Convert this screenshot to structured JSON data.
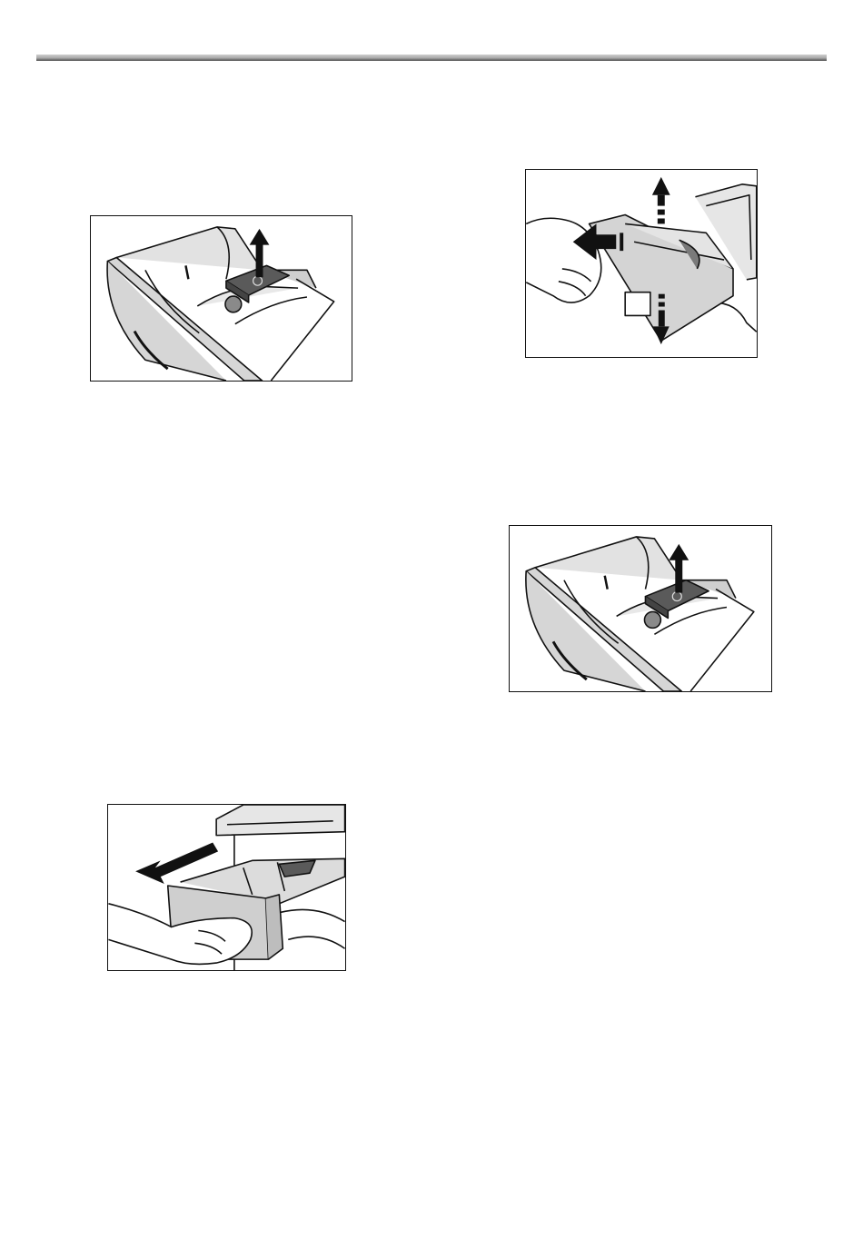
{
  "colors": {
    "rule_light": "#d0d0d0",
    "rule_dark": "#4a4a4a",
    "line": "#111111",
    "body_grey": "#d9d9d9",
    "dark_grey": "#5a5a5a"
  },
  "figures": [
    {
      "id": "fig-a",
      "icon": "dispenser-drawer-lift-siphon-icon"
    },
    {
      "id": "fig-b",
      "icon": "drawer-removal-arrows-icon"
    },
    {
      "id": "fig-c",
      "icon": "dispenser-drawer-lift-siphon-icon"
    },
    {
      "id": "fig-d",
      "icon": "pull-out-drawer-icon"
    }
  ]
}
